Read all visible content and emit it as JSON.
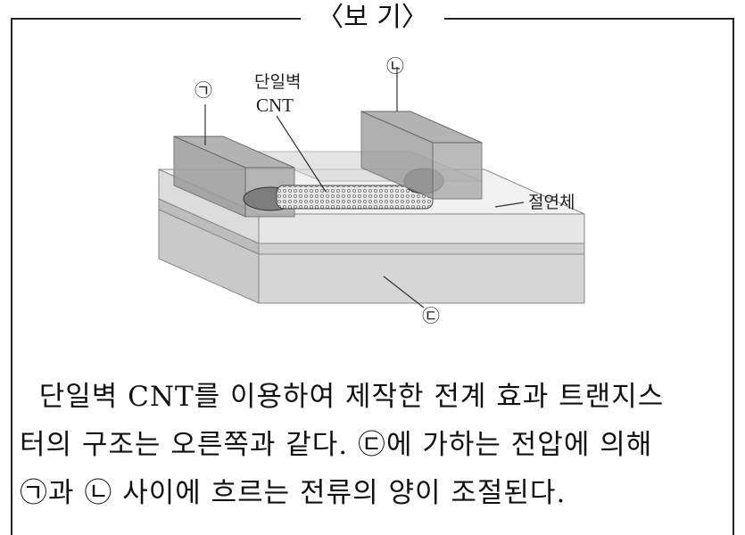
{
  "box": {
    "title": "〈보 기〉"
  },
  "figure": {
    "label_a": "㉠",
    "label_b": "㉡",
    "label_c": "㉢",
    "cnt_line1": "단일벽",
    "cnt_line2": "CNT",
    "insulator": "절연체"
  },
  "passage": {
    "line1": "  단일벽 CNT를 이용하여 제작한 전계 효과 트랜지스",
    "line2": "터의 구조는 오른쪽과 같다. ㉢에 가하는 전압에 의해",
    "line3": "㉠과 ㉡ 사이에 흐르는 전류의 양이 조절된다."
  }
}
